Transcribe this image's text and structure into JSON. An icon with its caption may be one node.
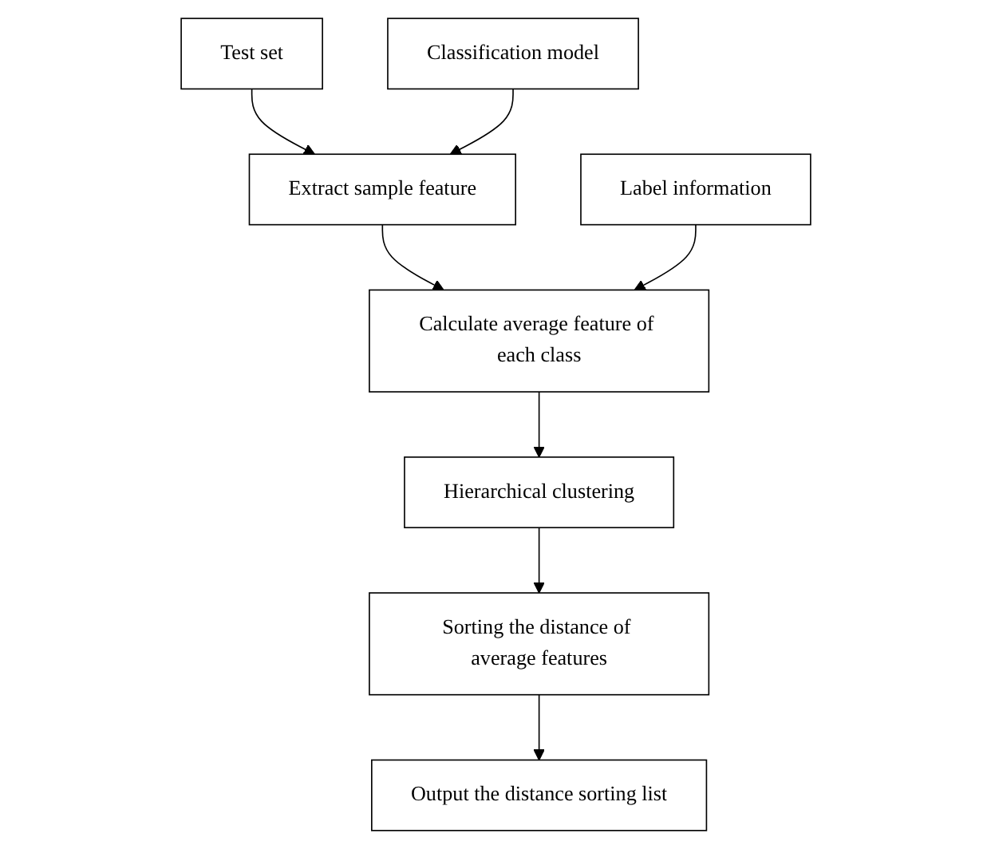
{
  "diagram": {
    "nodes": [
      {
        "text": [
          "Test set"
        ]
      },
      {
        "text": [
          "Classification model"
        ]
      },
      {
        "text": [
          "Extract sample feature"
        ]
      },
      {
        "text": [
          "Label information"
        ]
      },
      {
        "text": [
          "Calculate average feature of each class"
        ]
      },
      {
        "text": [
          "Hierarchical clustering"
        ]
      },
      {
        "text": [
          "Sorting the distance of average features"
        ]
      },
      {
        "text": [
          "Output the distance sorting list"
        ]
      }
    ],
    "edges": [
      {
        "from": 0,
        "to": 2,
        "arrow": "to"
      },
      {
        "from": 1,
        "to": 2,
        "arrow": "to"
      },
      {
        "from": 2,
        "to": 4,
        "arrow": "to"
      },
      {
        "from": 3,
        "to": 4,
        "arrow": "to"
      },
      {
        "from": 4,
        "to": 5,
        "arrow": "to"
      },
      {
        "from": 5,
        "to": 6,
        "arrow": "to"
      },
      {
        "from": 6,
        "to": 7,
        "arrow": "to"
      }
    ]
  }
}
